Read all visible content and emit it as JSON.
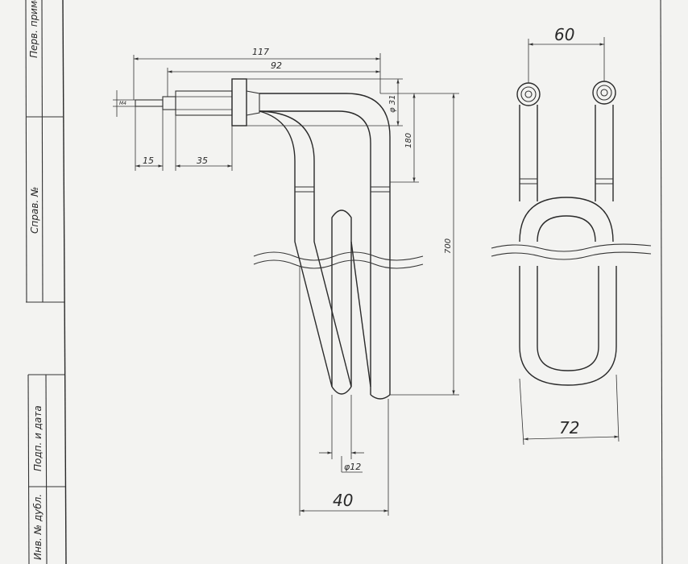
{
  "title_block": {
    "cells": [
      {
        "label": "Перв. примен."
      },
      {
        "label": "Справ. №"
      },
      {
        "label": "Подп. и дата"
      },
      {
        "label": "Инв. № дубл."
      }
    ]
  },
  "side_view": {
    "dimensions": {
      "d117": "117",
      "d92": "92",
      "d15": "15",
      "d35": "35",
      "d180": "180",
      "d700": "700",
      "d_phi31": "φ 31",
      "d_phi12": "φ12",
      "d40": "40",
      "d_m4": "M4"
    }
  },
  "front_view": {
    "dimensions": {
      "d60": "60",
      "d72": "72"
    }
  },
  "colors": {
    "paper": "#f3f3f1",
    "ink": "#2a2a2a"
  }
}
